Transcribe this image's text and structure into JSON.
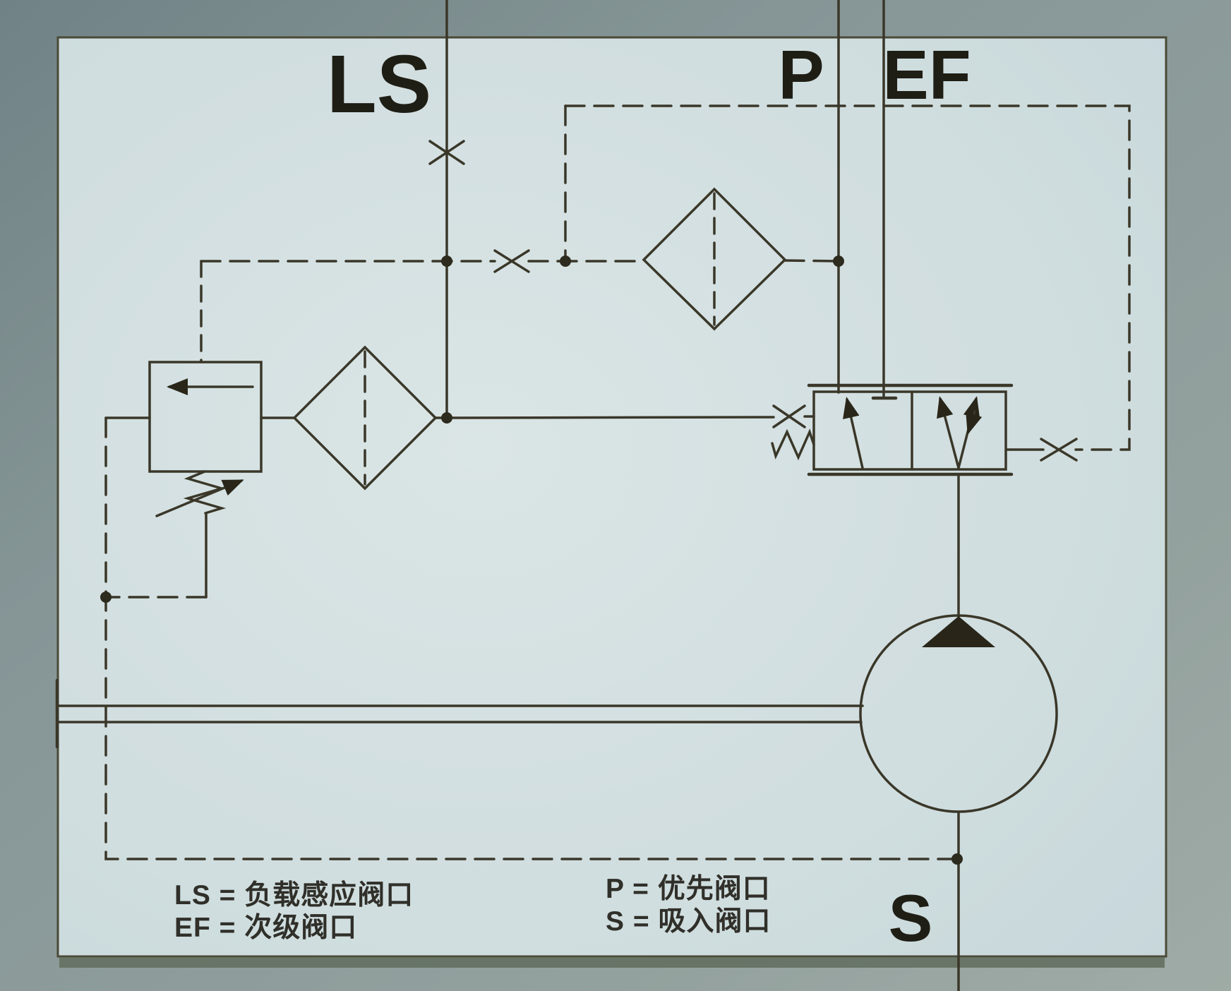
{
  "ports": {
    "load_sensing": "LS",
    "priority": "P",
    "excess_flow": "EF",
    "suction": "S"
  },
  "legend": {
    "items_left": [
      {
        "text": "LS = 负载感应阀口"
      },
      {
        "text": "EF = 次级阀口"
      }
    ],
    "items_right": [
      {
        "text": "P = 优先阀口"
      },
      {
        "text": "S = 吸入阀口"
      }
    ]
  },
  "colors": {
    "photo_margin": "#8f9f9e",
    "paper_panel": "#d9e6e7",
    "schematic_line": "#3c392a",
    "label_text": "#201f15",
    "panel_border": "#4d4c38"
  }
}
